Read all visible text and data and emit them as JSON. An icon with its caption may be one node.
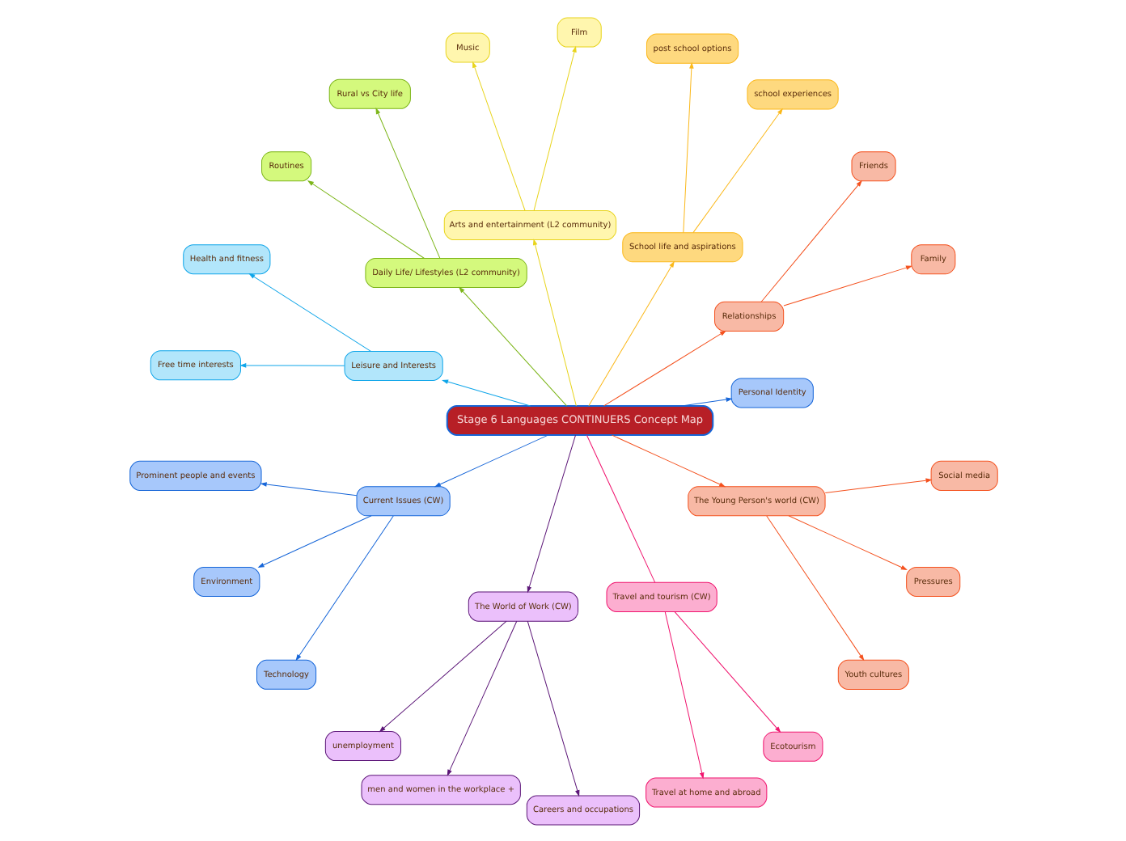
{
  "diagram": {
    "nodes": [
      {
        "text": [
          "Stage 6 Languages CONTINUERS Concept Map"
        ]
      },
      {
        "text": [
          "Personal Identity"
        ]
      },
      {
        "text": [
          "Relationships"
        ]
      },
      {
        "text": [
          "Family"
        ]
      },
      {
        "text": [
          "Friends"
        ]
      },
      {
        "text": [
          "School life and aspirations"
        ]
      },
      {
        "text": [
          "school experiences"
        ]
      },
      {
        "text": [
          "post school options"
        ]
      },
      {
        "text": [
          "Arts and entertainment (L2 community)"
        ]
      },
      {
        "text": [
          "Film"
        ]
      },
      {
        "text": [
          "Music"
        ]
      },
      {
        "text": [
          "Daily Life/ Lifestyles (L2 community)"
        ]
      },
      {
        "text": [
          "Rural vs City life"
        ]
      },
      {
        "text": [
          "Routines"
        ]
      },
      {
        "text": [
          "Leisure and Interests"
        ]
      },
      {
        "text": [
          "Health and fitness"
        ]
      },
      {
        "text": [
          "Free time interests"
        ]
      },
      {
        "text": [
          "Current Issues (CW)"
        ]
      },
      {
        "text": [
          "Prominent people and events"
        ]
      },
      {
        "text": [
          "Environment"
        ]
      },
      {
        "text": [
          "Technology"
        ]
      },
      {
        "text": [
          "The World of Work (CW)"
        ]
      },
      {
        "text": [
          "unemployment"
        ]
      },
      {
        "text": [
          "men and women in the workplace +"
        ]
      },
      {
        "text": [
          "Careers and occupations"
        ]
      },
      {
        "text": [
          "Travel and tourism (CW)"
        ]
      },
      {
        "text": [
          "Travel at home and abroad"
        ]
      },
      {
        "text": [
          "Ecotourism"
        ]
      },
      {
        "text": [
          "The Young Person's world (CW)"
        ]
      },
      {
        "text": [
          "Youth cultures"
        ]
      },
      {
        "text": [
          "Pressures"
        ]
      },
      {
        "text": [
          "Social media"
        ]
      }
    ],
    "edges": [
      {
        "from": 0,
        "to": 1,
        "arrow": "to",
        "color": "#1565d8"
      },
      {
        "from": 0,
        "to": 2,
        "arrow": "to",
        "color": "#f4511e"
      },
      {
        "from": 2,
        "to": 3,
        "arrow": "to",
        "color": "#f4511e"
      },
      {
        "from": 2,
        "to": 4,
        "arrow": "to",
        "color": "#f4511e"
      },
      {
        "from": 0,
        "to": 5,
        "arrow": "to",
        "color": "#fbb81a"
      },
      {
        "from": 5,
        "to": 6,
        "arrow": "to",
        "color": "#fbb81a"
      },
      {
        "from": 5,
        "to": 7,
        "arrow": "to",
        "color": "#fbb81a"
      },
      {
        "from": 0,
        "to": 8,
        "arrow": "to",
        "color": "#e8d41c"
      },
      {
        "from": 8,
        "to": 9,
        "arrow": "to",
        "color": "#e8d41c"
      },
      {
        "from": 8,
        "to": 10,
        "arrow": "to",
        "color": "#e8d41c"
      },
      {
        "from": 0,
        "to": 11,
        "arrow": "to",
        "color": "#7cb518"
      },
      {
        "from": 11,
        "to": 12,
        "arrow": "to",
        "color": "#7cb518"
      },
      {
        "from": 11,
        "to": 13,
        "arrow": "to",
        "color": "#7cb518"
      },
      {
        "from": 0,
        "to": 14,
        "arrow": "to",
        "color": "#0ea5e9"
      },
      {
        "from": 14,
        "to": 15,
        "arrow": "to",
        "color": "#0ea5e9"
      },
      {
        "from": 14,
        "to": 16,
        "arrow": "to",
        "color": "#0ea5e9"
      },
      {
        "from": 0,
        "to": 17,
        "arrow": "to",
        "color": "#1565d8"
      },
      {
        "from": 17,
        "to": 18,
        "arrow": "to",
        "color": "#1565d8"
      },
      {
        "from": 17,
        "to": 19,
        "arrow": "to",
        "color": "#1565d8"
      },
      {
        "from": 17,
        "to": 20,
        "arrow": "to",
        "color": "#1565d8"
      },
      {
        "from": 0,
        "to": 21,
        "arrow": "to",
        "color": "#5b1577"
      },
      {
        "from": 21,
        "to": 22,
        "arrow": "to",
        "color": "#5b1577"
      },
      {
        "from": 21,
        "to": 23,
        "arrow": "to",
        "color": "#5b1577"
      },
      {
        "from": 21,
        "to": 24,
        "arrow": "to",
        "color": "#5b1577"
      },
      {
        "from": 0,
        "to": 25,
        "arrow": "none",
        "color": "#f0146e"
      },
      {
        "from": 25,
        "to": 26,
        "arrow": "to",
        "color": "#f0146e"
      },
      {
        "from": 25,
        "to": 27,
        "arrow": "to",
        "color": "#f0146e"
      },
      {
        "from": 0,
        "to": 28,
        "arrow": "to",
        "color": "#f4511e"
      },
      {
        "from": 28,
        "to": 29,
        "arrow": "to",
        "color": "#f4511e"
      },
      {
        "from": 28,
        "to": 30,
        "arrow": "to",
        "color": "#f4511e"
      },
      {
        "from": 28,
        "to": 31,
        "arrow": "to",
        "color": "#f4511e"
      }
    ]
  }
}
